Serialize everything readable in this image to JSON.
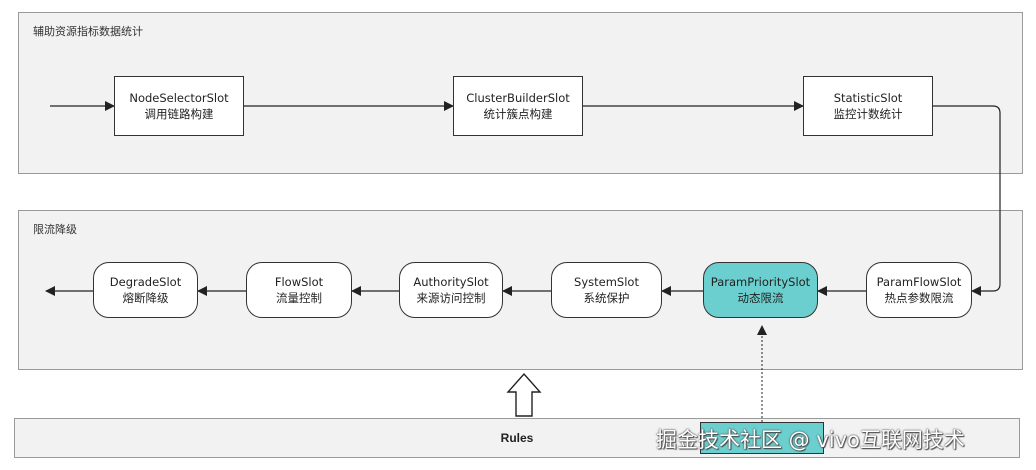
{
  "groups": {
    "statistics": {
      "title": "辅助资源指标数据统计"
    },
    "limiting": {
      "title": "限流降级"
    }
  },
  "nodes": {
    "node_selector": {
      "name": "NodeSelectorSlot",
      "desc": "调用链路构建"
    },
    "cluster_builder": {
      "name": "ClusterBuilderSlot",
      "desc": "统计簇点构建"
    },
    "statistic": {
      "name": "StatisticSlot",
      "desc": "监控计数统计"
    },
    "param_flow": {
      "name": "ParamFlowSlot",
      "desc": "热点参数限流"
    },
    "param_priority": {
      "name": "ParamPrioritySlot",
      "desc": "动态限流"
    },
    "system": {
      "name": "SystemSlot",
      "desc": "系统保护"
    },
    "authority": {
      "name": "AuthoritySlot",
      "desc": "来源访问控制"
    },
    "flow": {
      "name": "FlowSlot",
      "desc": "流量控制"
    },
    "degrade": {
      "name": "DegradeSlot",
      "desc": "熔断降级"
    }
  },
  "rules": {
    "label": "Rules"
  },
  "watermark": "掘金技术社区 @ vivo互联网技术",
  "colors": {
    "highlight": "#6ccfcf",
    "group_bg": "#f2f2f2",
    "border": "#333333"
  }
}
